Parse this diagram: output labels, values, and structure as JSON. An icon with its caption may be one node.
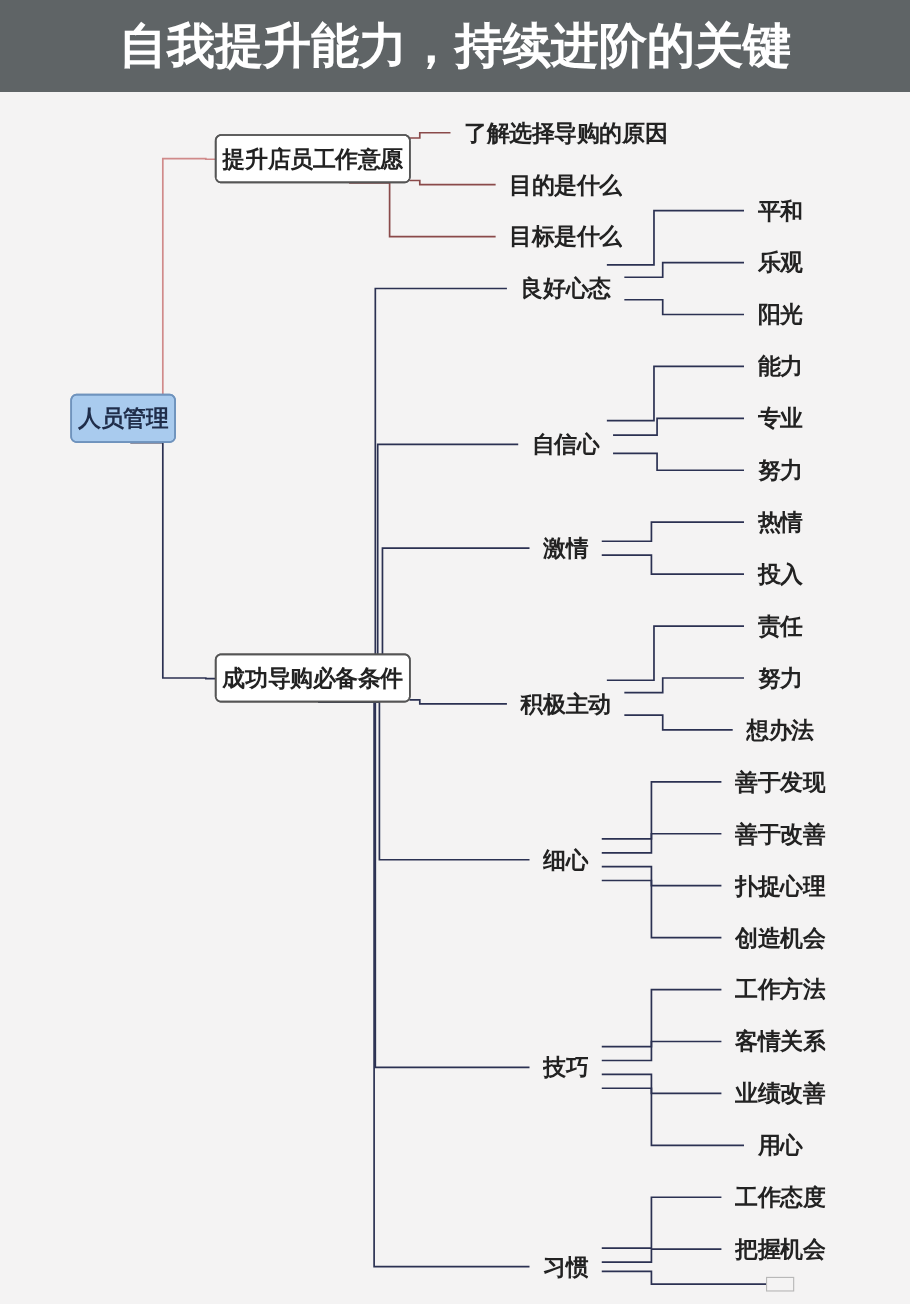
{
  "diagram": {
    "title": "自我提升能力，持续进阶的关键",
    "nodes": [
      {
        "text": [
          "人员管理"
        ]
      },
      {
        "text": [
          "提升店员工作意愿"
        ]
      },
      {
        "text": [
          "了解选择导购的原因"
        ]
      },
      {
        "text": [
          "目的是什么"
        ]
      },
      {
        "text": [
          "目标是什么"
        ]
      },
      {
        "text": [
          "成功导购必备条件"
        ]
      },
      {
        "text": [
          "良好心态"
        ]
      },
      {
        "text": [
          "平和"
        ]
      },
      {
        "text": [
          "乐观"
        ]
      },
      {
        "text": [
          "阳光"
        ]
      },
      {
        "text": [
          "自信心"
        ]
      },
      {
        "text": [
          "能力"
        ]
      },
      {
        "text": [
          "专业"
        ]
      },
      {
        "text": [
          "努力"
        ]
      },
      {
        "text": [
          "激情"
        ]
      },
      {
        "text": [
          "热情"
        ]
      },
      {
        "text": [
          "投入"
        ]
      },
      {
        "text": [
          "积极主动"
        ]
      },
      {
        "text": [
          "责任"
        ]
      },
      {
        "text": [
          "努力"
        ]
      },
      {
        "text": [
          "想办法"
        ]
      },
      {
        "text": [
          "细心"
        ]
      },
      {
        "text": [
          "善于发现"
        ]
      },
      {
        "text": [
          "善于改善"
        ]
      },
      {
        "text": [
          "扑捉心理"
        ]
      },
      {
        "text": [
          "创造机会"
        ]
      },
      {
        "text": [
          "技巧"
        ]
      },
      {
        "text": [
          "工作方法"
        ]
      },
      {
        "text": [
          "客情关系"
        ]
      },
      {
        "text": [
          "业绩改善"
        ]
      },
      {
        "text": [
          "用心"
        ]
      },
      {
        "text": [
          "习惯"
        ]
      },
      {
        "text": [
          "工作态度"
        ]
      },
      {
        "text": [
          "把握机会"
        ]
      },
      {
        "text": [],
        "shape": "box"
      }
    ],
    "edges": [
      {
        "from": 0,
        "to": 1,
        "arrow": "none",
        "color": "#d08a8a"
      },
      {
        "from": 1,
        "to": 2,
        "arrow": "none",
        "color": "#8a4a4a"
      },
      {
        "from": 1,
        "to": 3,
        "arrow": "none",
        "color": "#8a4a4a"
      },
      {
        "from": 1,
        "to": 4,
        "arrow": "none",
        "color": "#8a4a4a"
      },
      {
        "from": 0,
        "to": 5,
        "arrow": "none"
      },
      {
        "from": 5,
        "to": 6,
        "arrow": "none"
      },
      {
        "from": 6,
        "to": 7,
        "arrow": "none"
      },
      {
        "from": 6,
        "to": 8,
        "arrow": "none"
      },
      {
        "from": 6,
        "to": 9,
        "arrow": "none"
      },
      {
        "from": 5,
        "to": 10,
        "arrow": "none"
      },
      {
        "from": 10,
        "to": 11,
        "arrow": "none"
      },
      {
        "from": 10,
        "to": 12,
        "arrow": "none"
      },
      {
        "from": 10,
        "to": 13,
        "arrow": "none"
      },
      {
        "from": 5,
        "to": 14,
        "arrow": "none"
      },
      {
        "from": 14,
        "to": 15,
        "arrow": "none"
      },
      {
        "from": 14,
        "to": 16,
        "arrow": "none"
      },
      {
        "from": 5,
        "to": 17,
        "arrow": "none"
      },
      {
        "from": 17,
        "to": 18,
        "arrow": "none"
      },
      {
        "from": 17,
        "to": 19,
        "arrow": "none"
      },
      {
        "from": 17,
        "to": 20,
        "arrow": "none"
      },
      {
        "from": 5,
        "to": 21,
        "arrow": "none"
      },
      {
        "from": 21,
        "to": 22,
        "arrow": "none"
      },
      {
        "from": 21,
        "to": 23,
        "arrow": "none"
      },
      {
        "from": 21,
        "to": 24,
        "arrow": "none"
      },
      {
        "from": 21,
        "to": 25,
        "arrow": "none"
      },
      {
        "from": 5,
        "to": 26,
        "arrow": "none"
      },
      {
        "from": 26,
        "to": 27,
        "arrow": "none"
      },
      {
        "from": 26,
        "to": 28,
        "arrow": "none"
      },
      {
        "from": 26,
        "to": 29,
        "arrow": "none"
      },
      {
        "from": 26,
        "to": 30,
        "arrow": "none"
      },
      {
        "from": 5,
        "to": 31,
        "arrow": "none"
      },
      {
        "from": 31,
        "to": 32,
        "arrow": "none"
      },
      {
        "from": 31,
        "to": 33,
        "arrow": "none"
      },
      {
        "from": 31,
        "to": 34,
        "arrow": "none"
      }
    ]
  }
}
